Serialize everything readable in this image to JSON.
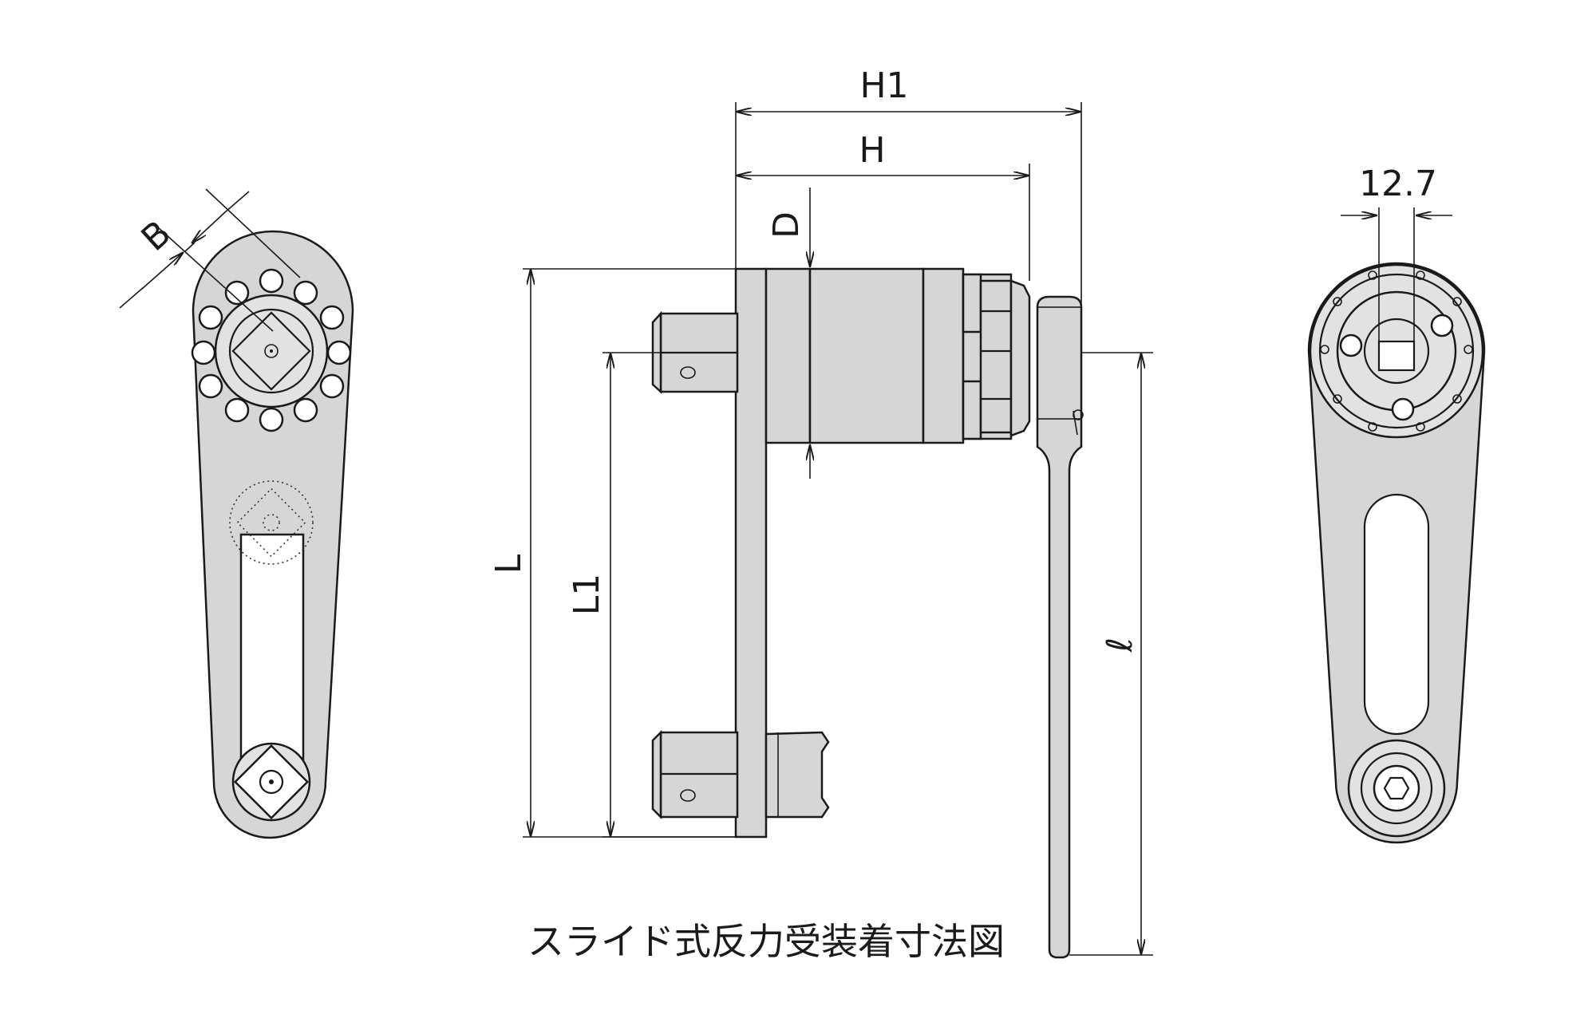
{
  "diagram": {
    "caption": "スライド式反力受装着寸法図",
    "dimensions": {
      "H1": "H1",
      "H": "H",
      "D": "D",
      "L": "L",
      "L1": "L1",
      "l": "ℓ",
      "B": "B",
      "square_drive": "12.7"
    },
    "views": [
      "front-view",
      "side-view",
      "rear-view"
    ]
  }
}
